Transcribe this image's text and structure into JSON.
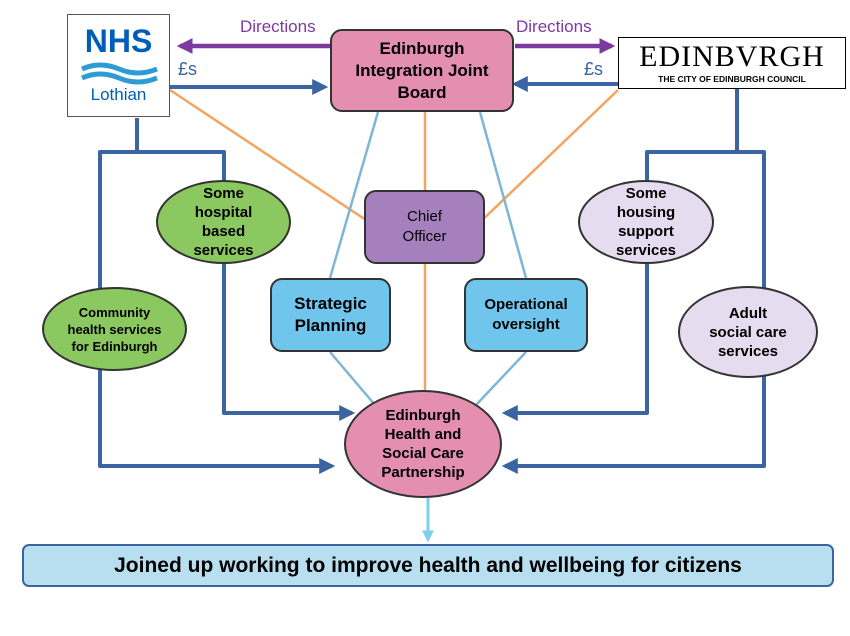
{
  "logos": {
    "nhs": {
      "mark": "NHS",
      "name": "Lothian"
    },
    "council": {
      "mark": "EDINBVRGH",
      "subtitle": "THE CITY OF EDINBURGH COUNCIL"
    }
  },
  "labels": {
    "directions_left": "Directions",
    "directions_right": "Directions",
    "funds_left": "£s",
    "funds_right": "£s"
  },
  "nodes": {
    "ijb": "Edinburgh Integration Joint Board",
    "chief_officer": "Chief Officer",
    "strategic_planning": "Strategic Planning",
    "operational_oversight": "Operational oversight",
    "hospital_services": "Some hospital based services",
    "community_health": "Community health services for Edinburgh",
    "housing_support": "Some housing support services",
    "adult_social_care": "Adult social care services",
    "partnership": "Edinburgh Health and Social Care Partnership"
  },
  "banner": "Joined up working to improve health and wellbeing for citizens",
  "colors": {
    "ijb": "#e48fb0",
    "chief_officer": "#a680bd",
    "planning_boxes": "#6fc5ec",
    "nhs_services": "#8cc860",
    "council_services": "#e5dcef",
    "partnership": "#e48fb0",
    "banner": "#b8dff0",
    "blue_arrows": "#3a64a2",
    "directions_arrows": "#7b3aa0",
    "orange_lines": "#f2a460",
    "light_blue_lines": "#7fb6d6",
    "nhs_blue": "#005eb8"
  }
}
